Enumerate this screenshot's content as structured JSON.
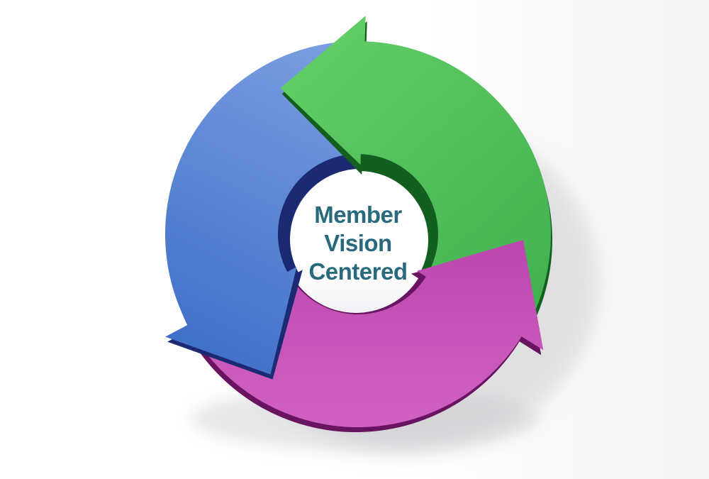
{
  "center_label": {
    "line1": "Member",
    "line2": "Vision",
    "line3": "Centered",
    "color": "#29697e"
  },
  "diagram": {
    "type": "cycle",
    "direction": "counterclockwise",
    "steps": [
      {
        "name": "blue-arrow",
        "position": "left",
        "color_light": "#7da0e1",
        "color_dark": "#4170c8",
        "side_color": "#1b2a73"
      },
      {
        "name": "green-arrow",
        "position": "top-right",
        "color_light": "#62ce67",
        "color_dark": "#3fae4d",
        "side_color": "#135f20"
      },
      {
        "name": "pink-arrow",
        "position": "bottom-right",
        "color_light": "#d263c4",
        "color_dark": "#bb47ae",
        "side_color": "#691460"
      }
    ]
  },
  "background": {
    "base": "#ffffff",
    "right_tint": "#f4f3f1",
    "shadow": "#c6c6cb",
    "center_top": "#ffffff",
    "center_bottom": "#efeef2"
  }
}
